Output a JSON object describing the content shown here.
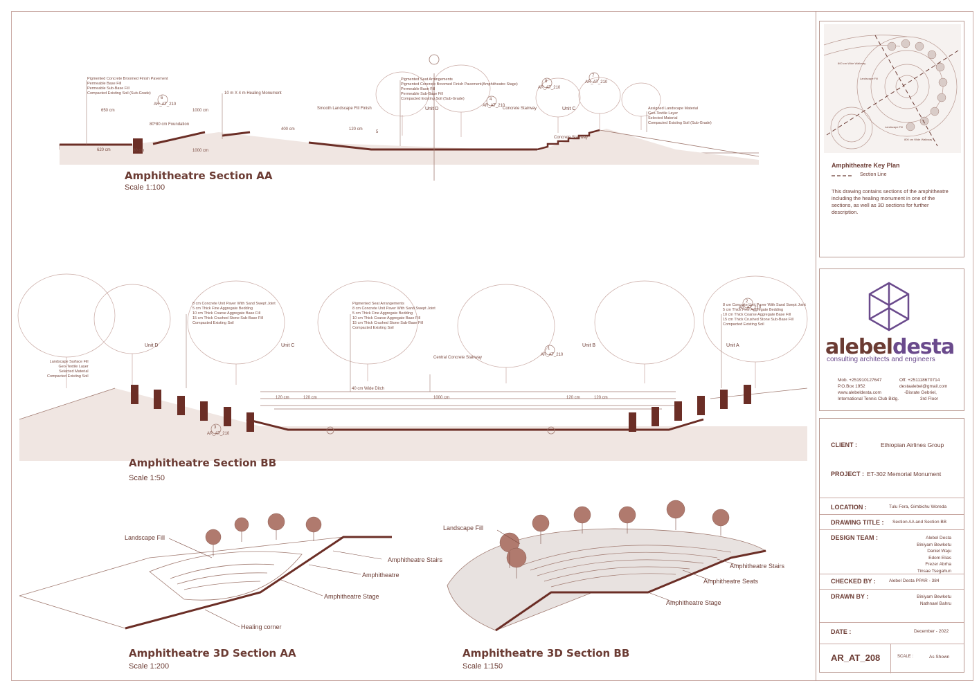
{
  "section_aa": {
    "title": "Amphitheatre Section AA",
    "scale": "Scale 1:100",
    "notes_left": [
      "Pigmented Concrete Broomed Finish Pavement",
      "Permeable Base Fill",
      "Permeable Sub-Base Fill",
      "Compacted Existing Soil (Sub-Grade)"
    ],
    "healing_monument": "10 m X 4 m Healing Monument",
    "foundation": "80*80 cm Foundation",
    "landscape_fill_finish": "Smooth Landscape Fill Finish",
    "notes_center": [
      "Pigmented Seat Arrangements",
      "Pigmented Concrete Broomed Finish Pavement(Amphitheatre Stage)",
      "Permeable Base Fill",
      "Permeable Sub-Base Fill",
      "Compacted Existing Soil (Sub-Grade)"
    ],
    "notes_right": [
      "Assigned Landscape Material",
      "Geo-Textile Layer",
      "Selected Material",
      "Compacted Existing Soil (Sub-Grade)"
    ],
    "concrete_stairway_top": "Concrete Stairway",
    "concrete_stairway_bottom": "Concrete Stairway",
    "unit_d": "Unit D",
    "unit_c": "Unit C",
    "ref_6": "6",
    "ref_6_code": "AR_AT_210",
    "ref_8": "8",
    "ref_8_code": "AR_AT_210",
    "ref_7": "7",
    "ref_7_code": "AR_AT_210",
    "ref_4": "4",
    "ref_4_code": "AR_AT_210",
    "ref_5": "5",
    "dim_650": "650 cm",
    "dim_1000": "1000 cm",
    "dim_620": "620 cm",
    "dim_80": "80 cm",
    "dim_1000b": "1000 cm",
    "dim_400": "400 cm",
    "dim_120": "120 cm"
  },
  "section_bb": {
    "title": "Amphitheatre Section BB",
    "scale": "Scale 1:50",
    "notes_left_paver": [
      "8 cm Concrete Unit Paver With Sand Swept Joint",
      "5 cm Thick Fine Aggregate Bedding",
      "10 cm Thick Coarse Aggregate Base Fill",
      "15 cm Thick Crushed Stone Sub-Base Fill",
      "Compacted Existing Soil"
    ],
    "notes_center": [
      "Pigmented Seat Arrangements",
      "8 cm Concrete Unit Paver With Sand Swept Joint",
      "5 cm Thick Fine Aggregate Bedding",
      "10 cm Thick Coarse Aggregate Base Fill",
      "15 cm Thick Crushed Stone Sub-Base Fill",
      "Compacted Existing Soil"
    ],
    "notes_right": [
      "8 cm Concrete Unit Paver With Sand Swept Joint",
      "5 cm Thick Fine Aggregate Bedding",
      "10 cm Thick Coarse Aggregate Base Fill",
      "15 cm Thick Crushed Stone Sub-Base Fill",
      "Compacted Existing Soil"
    ],
    "notes_landscape": [
      "Landscape Surface Fill",
      "Geo-Textile Layer",
      "Selected Material",
      "Compacted Existing Soil"
    ],
    "central_stairway": "Central Concrete Stairway",
    "ditch": "40 cm Wide Ditch",
    "unit_d": "Unit D",
    "unit_c": "Unit C",
    "unit_b": "Unit B",
    "unit_a": "Unit A",
    "ref_2": "2",
    "ref_2_code": "AR_AT_210",
    "ref_3": "3",
    "ref_3_code": "AR_AT_210",
    "ref_1": "1",
    "ref_1_code": "AR_AT_210",
    "dim_120a": "120 cm",
    "dim_120b": "120 cm",
    "dim_1000": "1000 cm",
    "dim_120c": "120 cm",
    "dim_120d": "120 cm"
  },
  "section_3d_aa": {
    "title": "Amphitheatre 3D Section AA",
    "scale": "Scale 1:200",
    "labels": {
      "landscape_fill": "Landscape Fill",
      "stairs": "Amphitheatre Stairs",
      "amphitheatre": "Amphitheatre",
      "stage": "Amphitheatre Stage",
      "healing_corner": "Healing corner"
    }
  },
  "section_3d_bb": {
    "title": "Amphitheatre 3D Section BB",
    "scale": "Scale 1:150",
    "labels": {
      "landscape_fill": "Landscape Fill",
      "stairs": "Amphitheatre Stairs",
      "seats": "Amphitheatre Seats",
      "stage": "Amphitheatre Stage"
    }
  },
  "key_plan": {
    "title": "Amphitheatre Key Plan",
    "legend": "Section Line",
    "description": "This drawing contains sections of the amphitheatre including the healing monument in one of the sections, as well as 3D sections for further description.",
    "labels": [
      "Landscape Fill",
      "Landscape Fill",
      "800 cm Wide Walkway",
      "800 cm Wide Walkway"
    ]
  },
  "firm": {
    "name_part1": "alebel",
    "name_part2": "desta",
    "tagline": "consulting architects and engineers",
    "mob": "Mob. +251910127647",
    "off": "Off. +251118670714",
    "pobox": "P.O.Box  1952",
    "email": "destaalebel@gmail.com",
    "web": "www.alebeldesta.com",
    "addr1": "-Bisrate Gebriel,",
    "addr2": "International Tennis Club Bldg.",
    "floor": "3rd Floor"
  },
  "title_block": {
    "client_label": "CLIENT :",
    "client": "Ethiopian Airlines Group",
    "project_label": "PROJECT :",
    "project": "ET-302  Memorial Monument",
    "location_label": "LOCATION :",
    "location": "Tulu Fera, Gimbichu Woreda",
    "drawing_title_label": "DRAWING TITLE :",
    "drawing_title": "Section AA and Section BB",
    "design_team_label": "DESIGN TEAM :",
    "design_team": [
      "Alebel Desta",
      "Biniyam Bewketu",
      "Daniel Waju",
      "Edom Elias",
      "Frezer Abrha",
      "Tinsae Tsegahun"
    ],
    "checked_by_label": "CHECKED BY :",
    "checked_by": "Alebel Desta PPAR - 384",
    "drawn_by_label": "DRAWN BY :",
    "drawn_by": [
      "Biniyam Bewketu",
      "Nathnael Bahru"
    ],
    "date_label": "DATE :",
    "date": "December - 2022",
    "sheet_number": "AR_AT_208",
    "scale_label": "SCALE :",
    "scale": "As Shown"
  },
  "colors": {
    "line": "#7a4a40",
    "solid": "#6b2e26",
    "accent_purple": "#6a4a8c",
    "logo_brown": "#6b3b33"
  }
}
